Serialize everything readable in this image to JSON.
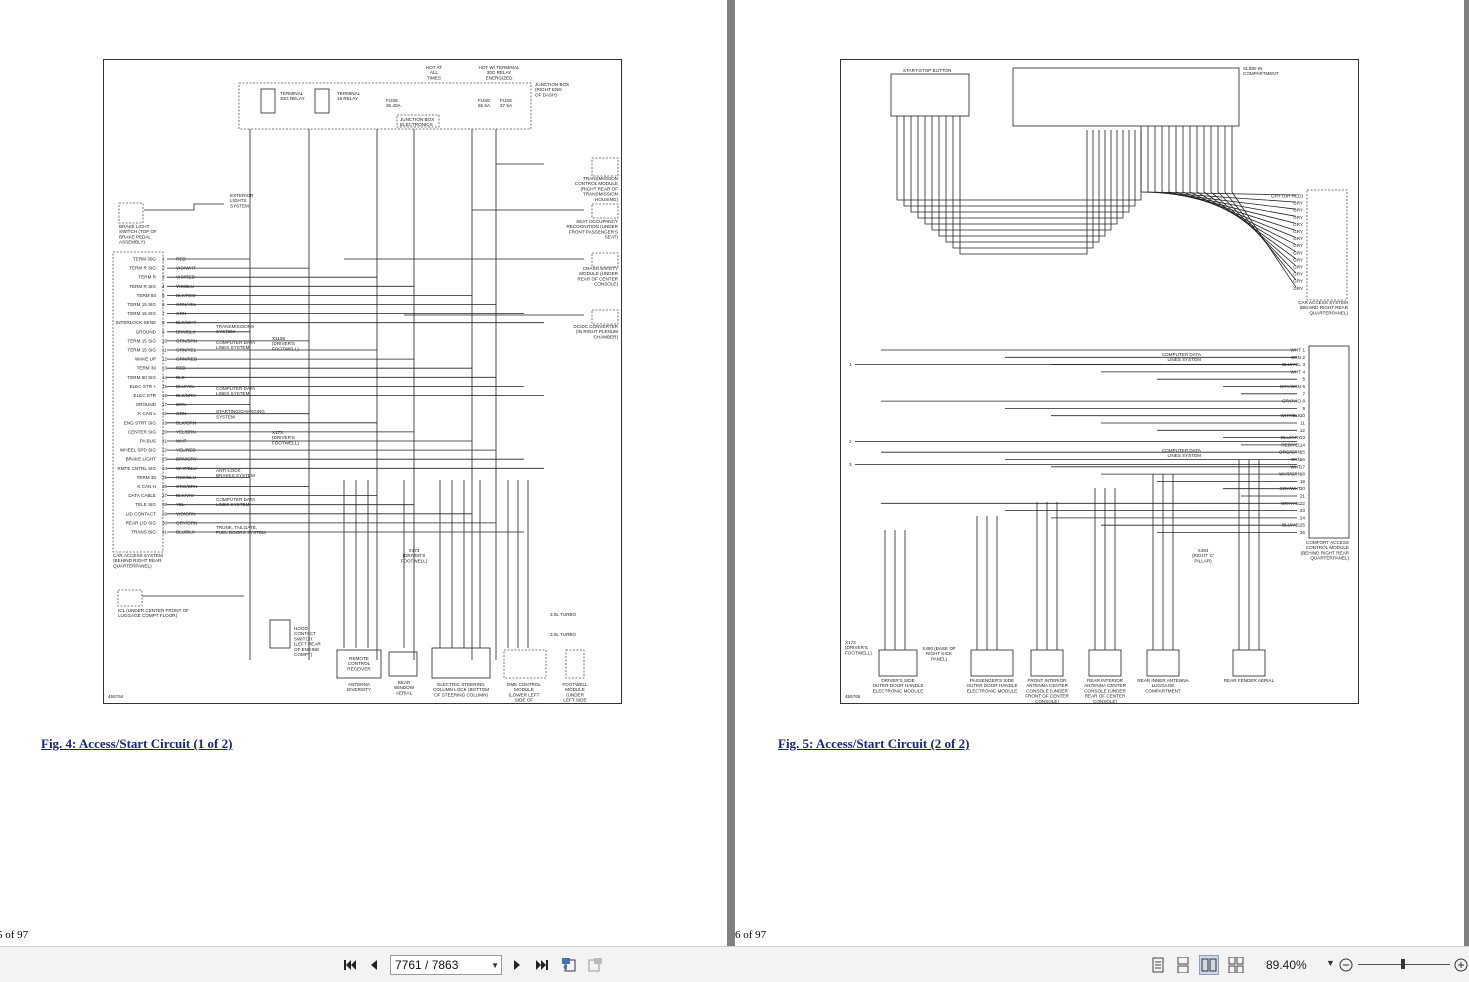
{
  "document": {
    "left_page": {
      "figure_caption": "Fig. 4: Access/Start Circuit (1 of 2)",
      "page_indicator": "5 of 97",
      "figure_code": "455764",
      "labels": {
        "hot_at_all_times": "HOT AT ALL TIMES",
        "hot_w_terminal": "HOT W/ TERMINAL 30G RELAY ENERGIZED",
        "junction_box": "JUNCTION BOX (RIGHT END OF DASH)",
        "terminal_30g_relay": "TERMINAL 30G RELAY",
        "terminal_15_relay": "TERMINAL 15 RELAY",
        "fuse_1": "FUSE 35 40A",
        "fuse_2": "FUSE 55 5A",
        "fuse_3": "FUSE 37 5A",
        "junction_box_electronics": "JUNCTION BOX ELECTRONICS",
        "tcm": "TRANSMISSION CONTROL MODULE (RIGHT REAR OF TRANSMISSION HOUSING)",
        "seat_occupancy": "SEAT OCCUPANCY RECOGNITION (UNDER FRONT PASSENGER'S SEAT)",
        "crash_safety": "CRASH SAFETY MODULE (UNDER REAR OF CENTER CONSOLE)",
        "dcdc": "DC/DC CONVERTER (IN RIGHT PLENUM CHAMBER)",
        "brake_light_switch": "BRAKE LIGHT SWITCH (TOP OF BRAKE PEDAL ASSEMBLY)",
        "exterior_lights": "EXTERIOR LIGHTS SYSTEM",
        "car_access_system": "CAR ACCESS SYSTEM (BEHIND RIGHT REAR QUARTERPANEL)",
        "hood_contact": "HOOD CONTACT SWITCH (LEFT REAR OF ENGINE COMPT)",
        "icl": "ICL (UNDER CENTER FRONT OF LUGGAGE COMPT FLOOR)",
        "remote_control_receiver": "REMOTE CONTROL RECEIVER",
        "antenna_diversity": "ANTENNA DIVERSITY",
        "rear_window_aerial": "REAR WINDOW AERIAL",
        "electric_steering_lock": "ELECTRIC STEERING COLUMN LOCK (BOTTOM OF STEERING COLUMN)",
        "dme_control_module": "DME CONTROL MODULE (LOWER LEFT SIDE OF ENGINE)",
        "footwell_module": "FOOTWELL MODULE (UNDER LEFT SIDE OF DASH)",
        "turbo_30": "3.0L TURBO",
        "x173": "X173 (DRIVER'S FOOTWELL)",
        "x1108": "X1108 (DRIVER'S FOOTWELL)",
        "transmission_system": "TRANSMISSIONS SYSTEM",
        "computer_data_lines": "COMPUTER DATA LINES SYSTEM",
        "start_charging": "STARTING/CHARGING SYSTEM",
        "anti_lock": "ANTI-LOCK BRAKES SYSTEM",
        "trunk_tailgate": "TRUNK, TAILGATE, FUEL DOORS SYSTEM"
      },
      "pin_labels": [
        "TERM 30G",
        "TERM R SIG",
        "TERM R",
        "TERM R SIG",
        "TERM 50",
        "TERM 15 SIG",
        "TERM 15 SIG",
        "INTERLOCK SENS",
        "GROUND",
        "TERM 15 SIG",
        "TERM 15 SIG",
        "WAKE UP",
        "TERM 30",
        "TERM 50 SIG",
        "ELEC STR +",
        "ELEC STR",
        "GROUND",
        "K CAN L",
        "ENG STRT SIG",
        "CENTER SIG",
        "PA BUS",
        "WHEEL SPD SIG",
        "BRAKE LIGHT",
        "RMTE CNTRL SIG",
        "TERM 30",
        "K CAN H",
        "DATA CABLE",
        "TELE SIG",
        "LID CONTACT",
        "REAR LID SIG",
        "TRANS SIG"
      ],
      "wire_colors": [
        "RED",
        "VIO/WHT",
        "VIO/RED",
        "VIO/BLU",
        "BLK/RED",
        "GRN/YEL",
        "GRN",
        "BLK/WHT",
        "BRN/BLK",
        "GRN/BRN",
        "GRN/YEL",
        "GRN/RED",
        "RED",
        "BLK",
        "BLU/YEL",
        "BLK/BRN",
        "BRN",
        "GRN",
        "BLK/GRN",
        "YEL/BRN",
        "WHT",
        "YEL/RED",
        "BRN/GRY",
        "WHT/BLU",
        "RED/BLU",
        "ORG/BRN",
        "BLK/VIO",
        "YEL",
        "VIO/GRN",
        "GRY/GRN",
        "BLU/BLK"
      ]
    },
    "right_page": {
      "figure_caption": "Fig. 5: Access/Start Circuit (2 of 2)",
      "page_indicator": "6 of 97",
      "figure_code": "455765",
      "labels": {
        "start_stop_button": "START-STOP BUTTON",
        "slide_in": "SLIDE-IN COMPARTMENT",
        "car_access_system": "CAR ACCESS SYSTEM (BEHIND RIGHT REAR QUARTERPANEL)",
        "comfort_access": "COMFORT ACCESS CONTROL MODULE (BEHIND RIGHT REAR QUARTERPANEL)",
        "computer_data_lines": "COMPUTER DATA LINES SYSTEM",
        "x173": "X173 (DRIVER'S FOOTWELL)",
        "x490": "X490 (BASE OF RIGHT KICK PANEL)",
        "x494": "X494 (RIGHT 'C' PILLAR)",
        "drivers_door_handle": "DRIVER'S SIDE OUTER DOOR HANDLE ELECTRONIC MODULE",
        "pass_door_handle": "PASSENGER'S SIDE OUTER DOOR HANDLE ELECTRONIC MODULE",
        "front_interior_antenna": "FRONT INTERIOR ANTENNA CENTER CONSOLE (UNDER FRONT OF CENTER CONSOLE)",
        "rear_interior_antenna": "REAR INTERIOR ANTENNA CENTER CONSOLE (UNDER REAR OF CENTER CONSOLE)",
        "rear_inner_antenna": "REAR INNER ANTENNA LUGGAGE COMPARTMENT",
        "rear_fender_aerial": "REAR FENDER AERIAL"
      },
      "right_wires": [
        "WHT",
        "BRN",
        "BLU/YEL",
        "WHT",
        "",
        "GRY/GRN",
        "",
        "GRY/VIO",
        "",
        "WHT/BLK",
        "",
        "",
        "BLU/GRY",
        "RED/YEL",
        "ORG/GRN",
        "BRN",
        "WHT",
        "WHT/GRN",
        "",
        "GRY/WHT",
        "",
        "GRY/YEL",
        "",
        "",
        "BLU/YEL",
        ""
      ],
      "left_wires": [
        "GRY (OR RED)",
        "GRY",
        "GRY",
        "GRY",
        "GRY",
        "GRY",
        "GRY",
        "GRY",
        "GRY",
        "GRY",
        "GRY",
        "GRY",
        "GRY",
        "GRY"
      ]
    }
  },
  "toolbar": {
    "page_value": "7761 / 7863",
    "zoom": "89.40%",
    "zoom_level": 0.47
  }
}
